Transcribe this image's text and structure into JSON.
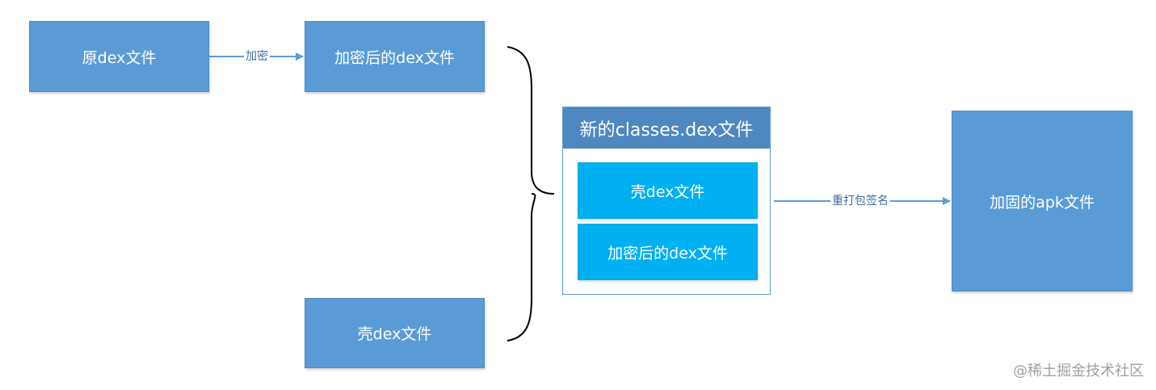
{
  "nodes": {
    "original_dex": "原dex文件",
    "encrypted_dex_top": "加密后的dex文件",
    "shell_dex_bottom": "壳dex文件",
    "final_apk": "加固的apk文件"
  },
  "group": {
    "title": "新的classes.dex文件",
    "items": [
      "壳dex文件",
      "加密后的dex文件"
    ]
  },
  "edges": {
    "encrypt_label": "加密",
    "repack_label": "重打包签名"
  },
  "watermark": "@稀土掘金技术社区",
  "colors": {
    "box_blue": "#5b9bd5",
    "group_header": "#4f87c0",
    "inner_cyan": "#00b0f0",
    "arrow": "#5b9bd5"
  }
}
